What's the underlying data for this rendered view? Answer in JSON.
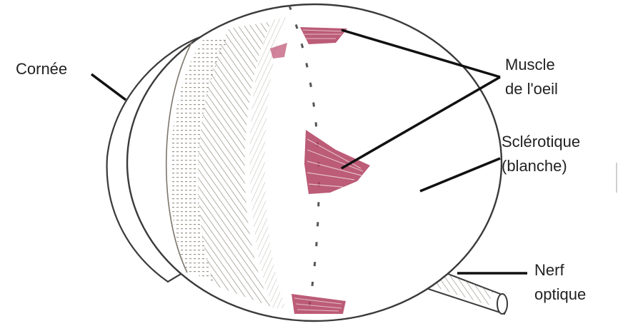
{
  "labels": {
    "cornea": "Cornée",
    "muscle_line1": "Muscle",
    "muscle_line2": "de l'oeil",
    "sclera_line1": "Sclérotique",
    "sclera_line2": "(blanche)",
    "nerve_line1": "Nerf",
    "nerve_line2": "optique"
  },
  "colors": {
    "outline": "#3a3a3a",
    "hatch": "#8a8478",
    "muscle": "#b0405f",
    "muscle_light": "#d98aa3",
    "text": "#222222",
    "background": "#ffffff"
  }
}
